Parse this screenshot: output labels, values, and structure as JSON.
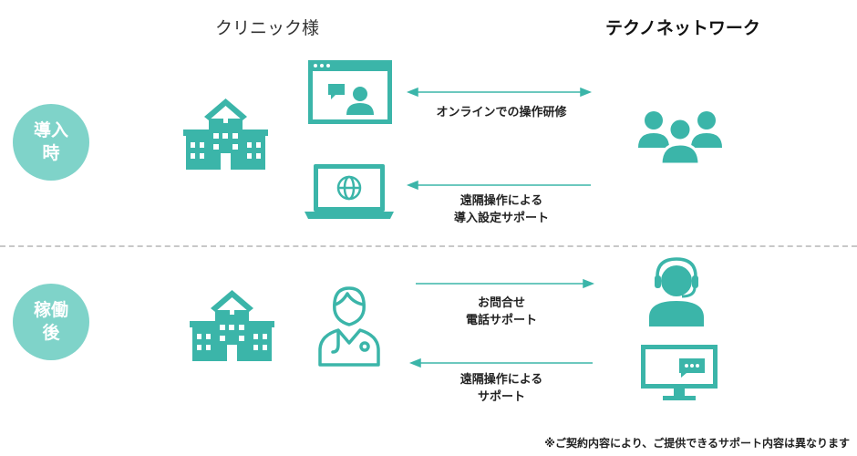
{
  "headers": {
    "clinic": "クリニック様",
    "vendor": "テクノネットワーク"
  },
  "phases": {
    "before": "導入\n時",
    "after": "稼働\n後"
  },
  "flows": {
    "online_training": "オンラインでの操作研修",
    "remote_setup": "遠隔操作による\n導入設定サポート",
    "inquiry": "お問合せ\n電話サポート",
    "remote_support": "遠隔操作による\nサポート"
  },
  "footnote": "※ご契約内容により、ご提供できるサポート内容は異なります",
  "colors": {
    "teal": "#3bb5a9",
    "phase_circle": "#7fd3c9"
  },
  "icons": [
    "hospital-icon",
    "video-call-icon",
    "laptop-globe-icon",
    "team-icon",
    "nurse-icon",
    "headset-operator-icon",
    "monitor-chat-icon"
  ]
}
